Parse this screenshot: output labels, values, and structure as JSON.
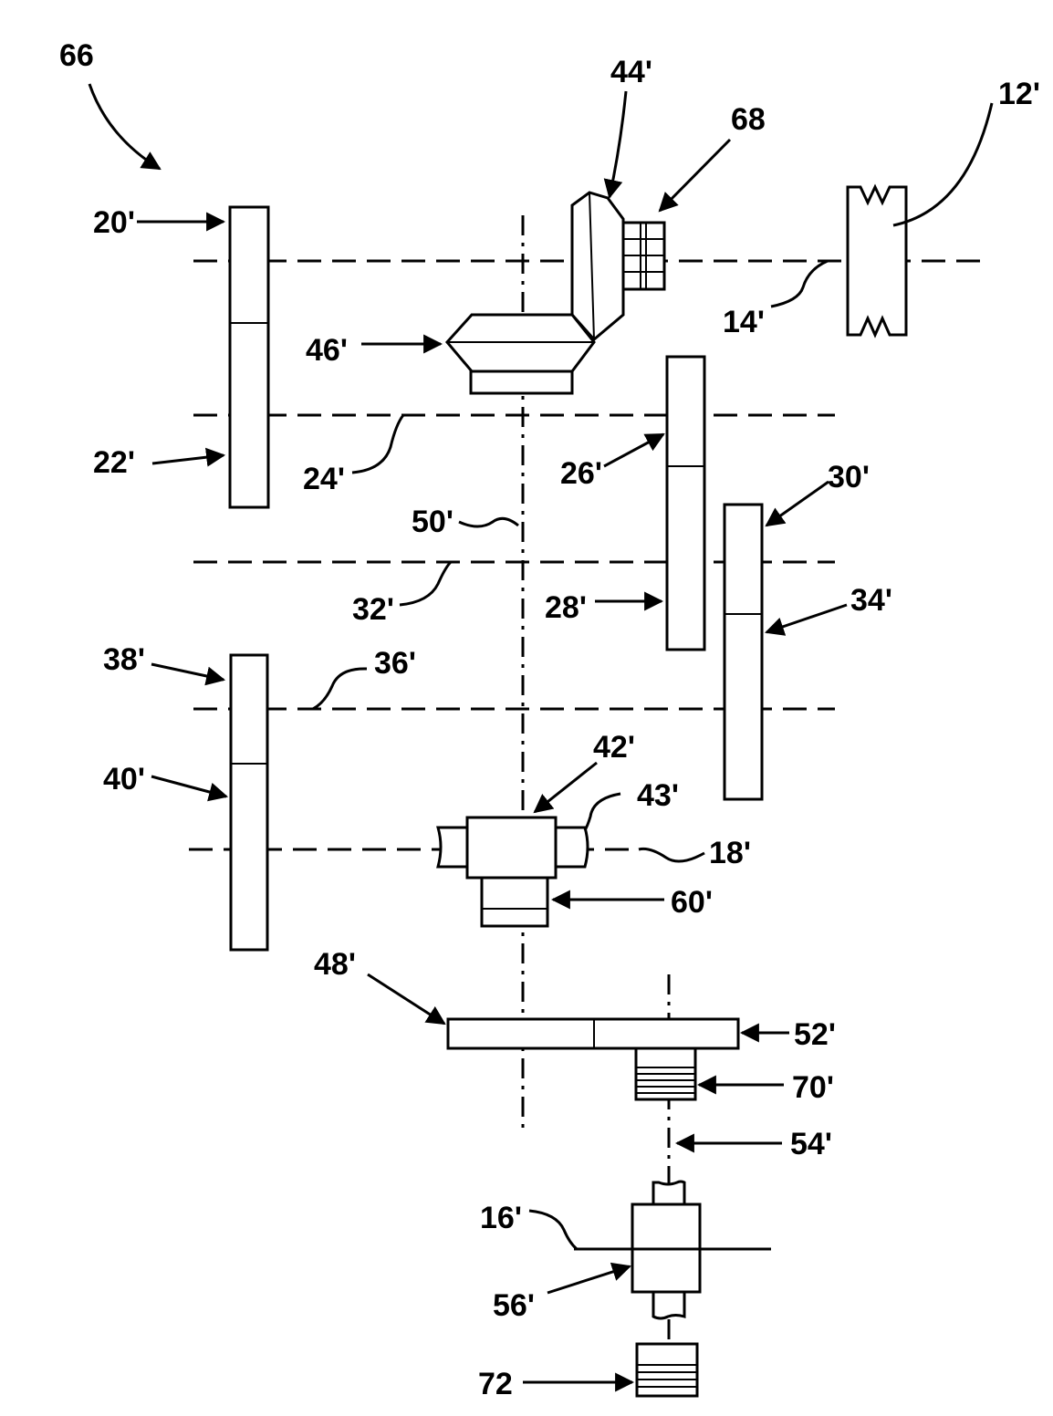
{
  "labels": {
    "l66": "66",
    "l44": "44'",
    "l68": "68",
    "l12": "12'",
    "l20": "20'",
    "l14": "14'",
    "l46": "46'",
    "l22": "22'",
    "l24": "24'",
    "l26": "26'",
    "l30": "30'",
    "l50": "50'",
    "l32": "32'",
    "l28": "28'",
    "l34": "34'",
    "l38": "38'",
    "l36": "36'",
    "l40": "40'",
    "l42": "42'",
    "l43": "43'",
    "l18": "18'",
    "l60": "60'",
    "l48": "48'",
    "l52": "52'",
    "l70": "70'",
    "l54": "54'",
    "l16": "16'",
    "l56": "56'",
    "l72": "72"
  }
}
